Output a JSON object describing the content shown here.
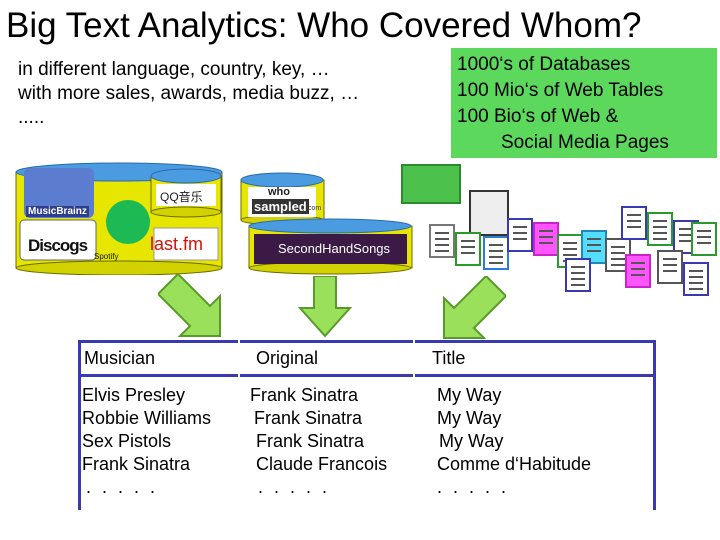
{
  "slide": {
    "title": "Big Text Analytics: Who Covered Whom?",
    "subtitle_lines": [
      "in different language, country, key, …",
      "with more sales, awards, media buzz, …",
      "....."
    ],
    "callout_lines": [
      "1000‘s of Databases",
      "100 Mio‘s of Web Tables",
      "100 Bio‘s of Web &",
      "Social Media Pages"
    ]
  },
  "sources": {
    "musicbrainz": "MusicBrainz",
    "qq": "QQ音乐",
    "whosampled_top": "who",
    "whosampled_bottom": "sampled",
    "whosampled_com": ".com",
    "discogs": "Discogs",
    "spotify": "Spotify",
    "lastfm": "last.fm",
    "secondhand": "SecondHandSongs"
  },
  "table": {
    "headers": [
      "Musician",
      "Original",
      "Title"
    ],
    "rows": [
      [
        "Elvis Presley",
        "Frank Sinatra",
        "My Way"
      ],
      [
        "Robbie Williams",
        "Frank Sinatra",
        "My Way"
      ],
      [
        "Sex Pistols",
        "Frank Sinatra",
        "My Way"
      ],
      [
        "Frank Sinatra",
        "Claude Francois",
        "Comme d‘Habitude"
      ],
      [
        ". . . . .",
        ". . . . .",
        ". . . . ."
      ]
    ]
  },
  "colors": {
    "callout_bg": "#5cd85c",
    "arrow_fill": "#9be05a",
    "table_border": "#3a3ab0",
    "db_top": "#4a9be0",
    "db_body": "#e6e600"
  }
}
